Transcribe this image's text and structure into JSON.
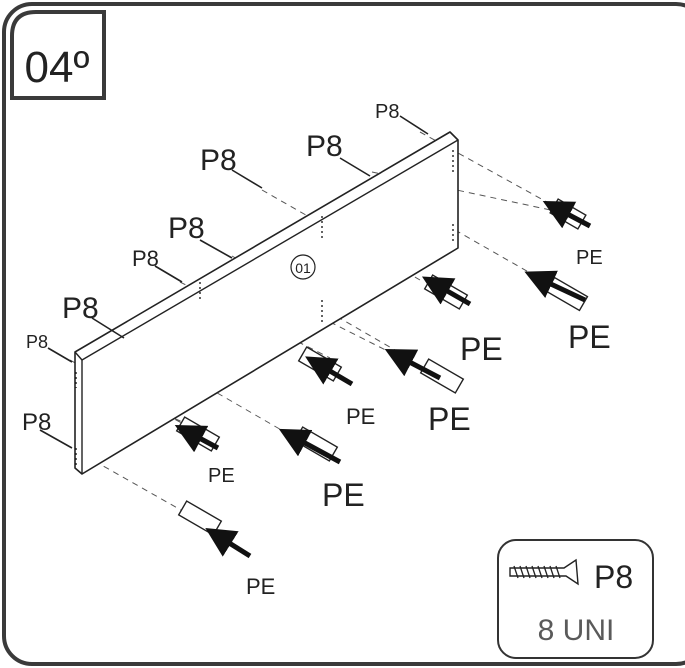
{
  "step": {
    "number": "04º"
  },
  "panel": {
    "part_id": "01"
  },
  "labels": {
    "screw": "P8",
    "dowel": "PE"
  },
  "parts_box": {
    "part_code": "P8",
    "quantity": "8 UNI"
  }
}
